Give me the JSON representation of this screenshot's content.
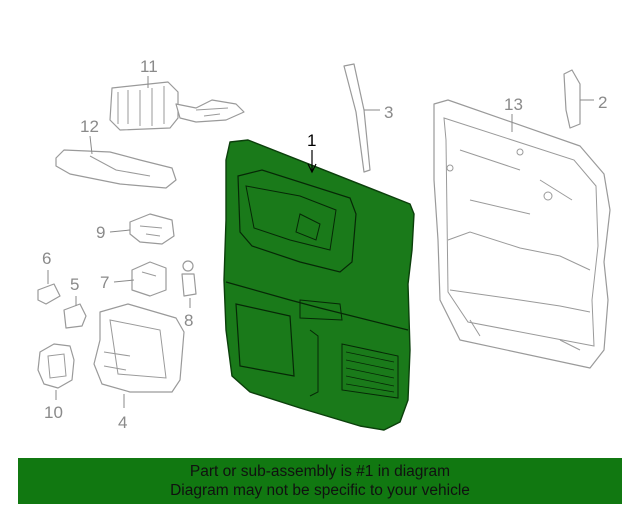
{
  "diagram": {
    "highlight_color": "#1a7a1a",
    "labels": {
      "p1": "1",
      "p2": "2",
      "p3": "3",
      "p4": "4",
      "p5": "5",
      "p6": "6",
      "p7": "7",
      "p8": "8",
      "p9": "9",
      "p10": "10",
      "p11": "11",
      "p12": "12",
      "p13": "13"
    }
  },
  "footer": {
    "background": "#117811",
    "line1": "Part or sub-assembly is #1 in diagram",
    "line2": "Diagram may not be specific to your vehicle"
  }
}
